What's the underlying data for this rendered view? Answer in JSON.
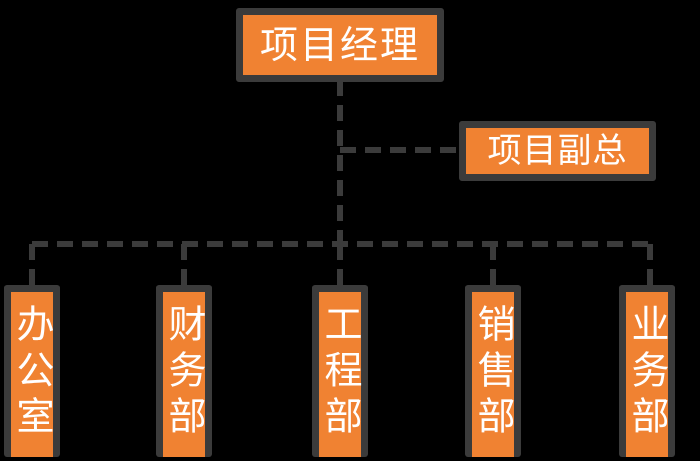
{
  "root": {
    "label": "项目经理"
  },
  "deputy": {
    "label": "项目副总"
  },
  "departments": [
    {
      "label": "办公室"
    },
    {
      "label": "财务部"
    },
    {
      "label": "工程部"
    },
    {
      "label": "销售部"
    },
    {
      "label": "业务部"
    }
  ],
  "colors": {
    "box_fill": "#F08232",
    "box_border": "#3B3B3B",
    "connector": "#3B3B3B",
    "text": "#FFFFFF",
    "background": "#000000"
  }
}
